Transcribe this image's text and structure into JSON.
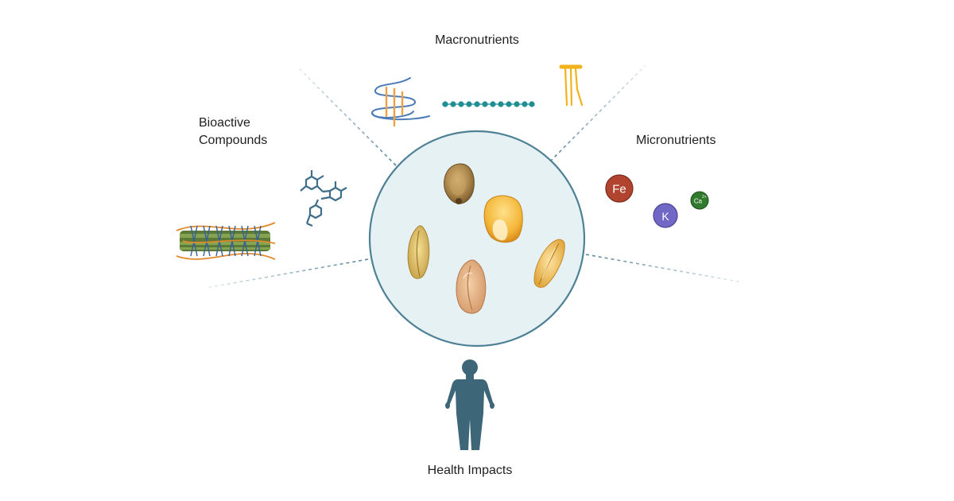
{
  "labels": {
    "macronutrients": "Macronutrients",
    "micronutrients": "Micronutrients",
    "bioactive_line1": "Bioactive",
    "bioactive_line2": "Compounds",
    "health": "Health Impacts"
  },
  "minerals": {
    "iron": "Fe",
    "potassium": "K",
    "calcium": "Ca",
    "calcium_charge": "2+"
  },
  "colors": {
    "circle_stroke": "#4e8196",
    "circle_fill": "#e6f1f4",
    "human": "#3d6678",
    "dashes": "#56839a",
    "iron": "#b0442e",
    "potassium": "#7068c4",
    "calcium": "#2f7a2c",
    "fiber_green": "#5a7a35",
    "fiber_orange": "#e18a2d",
    "fiber_blue": "#345e9c",
    "molecule": "#3e6e8a",
    "protein": "#4b7bb8",
    "starch_chain": "#1f8f94",
    "lipid": "#f2b21c"
  }
}
